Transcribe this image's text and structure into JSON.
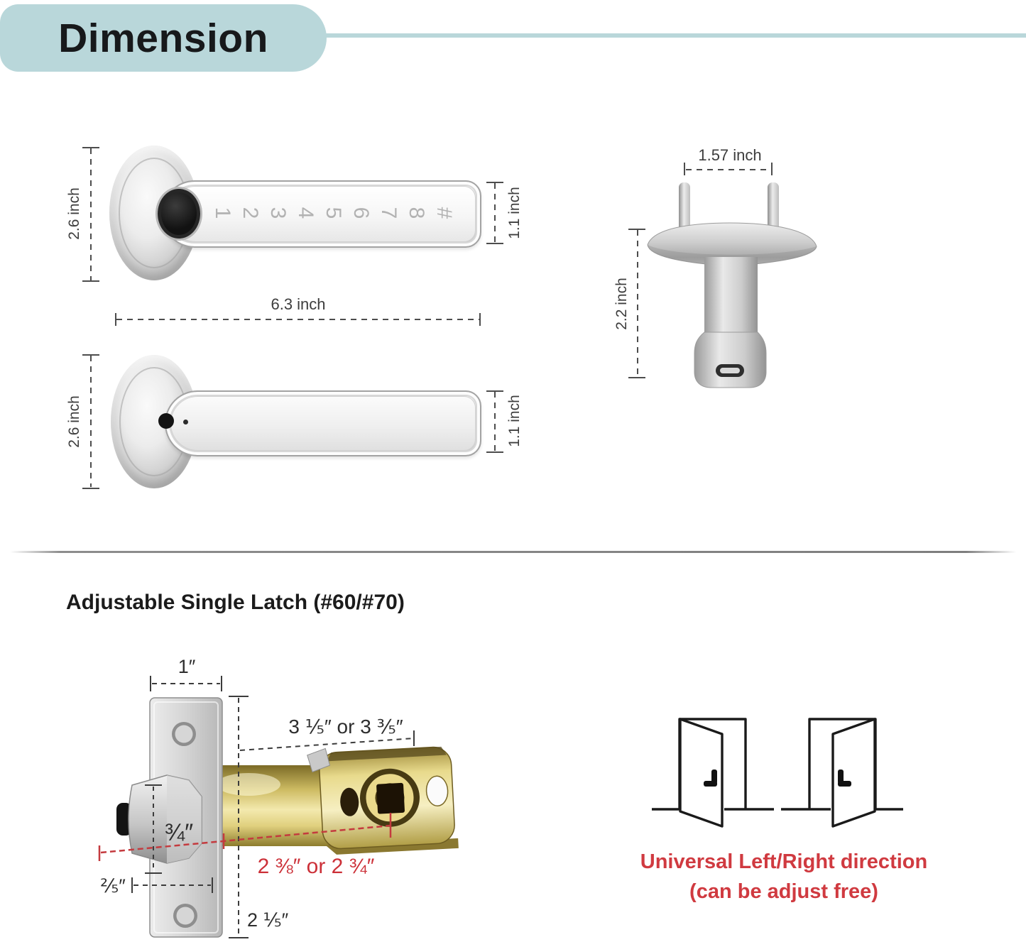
{
  "header": {
    "title": "Dimension"
  },
  "colors": {
    "accent": "#b9d7da",
    "red": "#d03a40",
    "brass": "#d8c56d",
    "silver": "#cfcfcf"
  },
  "front_handle": {
    "height_label": "2.6 inch",
    "lever_width_label": "1.1 inch",
    "length_label": "6.3 inch",
    "keypad": [
      "1",
      "2",
      "3",
      "4",
      "5",
      "6",
      "7",
      "8",
      "#"
    ]
  },
  "back_handle": {
    "height_label": "2.6 inch",
    "lever_width_label": "1.1 inch"
  },
  "end_view": {
    "pin_spacing_label": "1.57 inch",
    "depth_label": "2.2 inch"
  },
  "latch": {
    "heading": "Adjustable Single Latch (#60/#70)",
    "faceplate_width_label": "1″",
    "length_options_label": "3 ⅕″ or 3 ⅗″",
    "bolt_width_label": "¾″",
    "bolt_throw_label": "⅖″",
    "backset_options_label": "2 ⅜″ or 2 ¾″",
    "plate_height_label": "2 ⅕″"
  },
  "direction_note": {
    "line1": "Universal Left/Right direction",
    "line2": "(can be adjust free)"
  }
}
